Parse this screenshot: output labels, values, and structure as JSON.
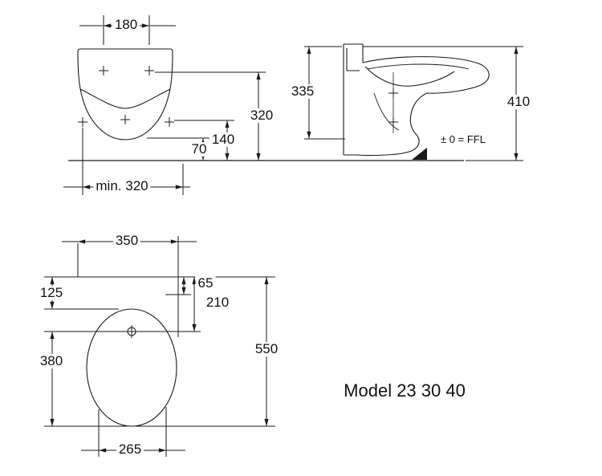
{
  "window": {
    "background": "#ffffff",
    "line_color": "#1a1a1a"
  },
  "model_label": "Model 23 30 40",
  "front_view": {
    "name": "front elevation",
    "dims": {
      "top_width": "180",
      "height_rim": "320",
      "height_140": "140",
      "height_70": "70",
      "min_clearance": "min. 320"
    }
  },
  "side_view": {
    "name": "side elevation",
    "dims": {
      "depth_335": "335",
      "overall_height": "410"
    },
    "datum_label": "± 0 = FFL"
  },
  "plan_view": {
    "name": "plan view",
    "dims": {
      "width_350": "350",
      "rear_gap_125": "125",
      "offset_65": "65",
      "offset_210": "210",
      "overall_depth_550": "550",
      "front_380": "380",
      "front_width_265": "265"
    }
  }
}
